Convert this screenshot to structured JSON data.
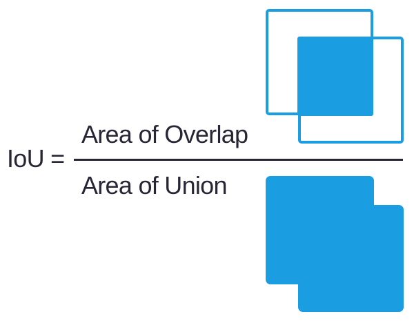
{
  "formula": {
    "lhs": "IoU =",
    "numerator": "Area of Overlap",
    "denominator": "Area of Union"
  },
  "colors": {
    "accent_blue": "#1b9de2",
    "text_dark": "#282634",
    "background": "#ffffff"
  }
}
